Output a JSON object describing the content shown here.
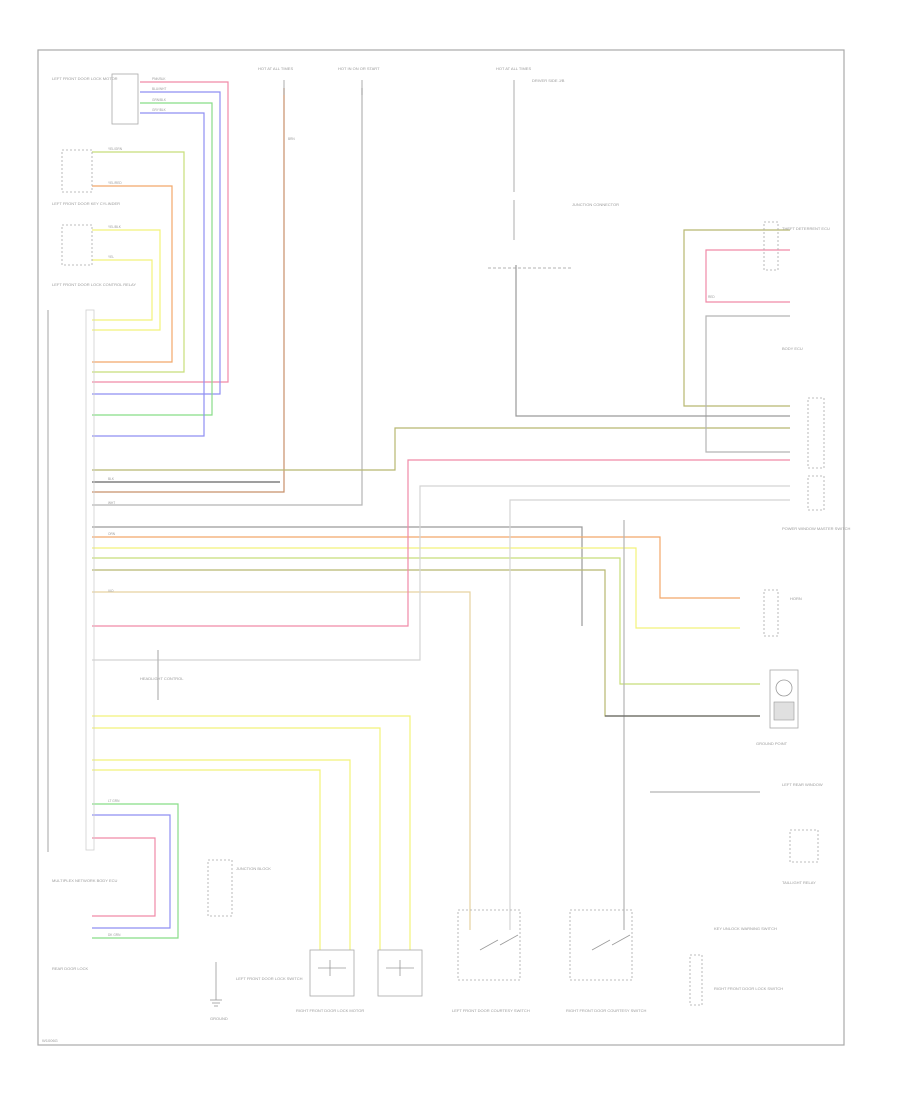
{
  "page": {
    "footer_code": "W1006G"
  },
  "colors": {
    "frame": "#a9a9a9",
    "wire_gray": "#b5b5b5",
    "purple_red": "#f08aa8",
    "blue": "#8f8ff2",
    "green": "#88dd88",
    "yellow": "#f2f27a",
    "orange": "#f2a86a",
    "yellow_green": "#c8de7a",
    "olive": "#b8b870",
    "brown": "#c8906a",
    "dark_gray": "#666666"
  },
  "labels": {
    "door_lock_motor_lf": "LEFT FRONT DOOR LOCK MOTOR",
    "door_key_cyl": "LEFT FRONT DOOR KEY CYLINDER",
    "door_ecu_left": "LEFT FRONT DOOR LOCK CONTROL RELAY",
    "fuse_dome": "HOT AT ALL TIMES",
    "fuse_ign": "HOT IN ON OR START",
    "fuse_power": "HOT AT ALL TIMES",
    "fuse_panel": "DRIVER SIDE J/B",
    "connector_jb": "JUNCTION CONNECTOR",
    "relay_top_right": "THEFT DETERRENT ECU",
    "conn_top_right": "BODY ECU",
    "ecu_mid_right": "POWER WINDOW MASTER SWITCH",
    "horn": "HORN",
    "ground_mid": "GROUND POINT",
    "window_left": "LEFT REAR WINDOW",
    "ecu_main": "MULTIPLEX NETWORK BODY ECU",
    "junction_mid": "HEADLIGHT CONTROL",
    "ecu_right_bottom": "TAILLIGHT RELAY",
    "rear_door_lock_lf": "REAR DOOR LOCK",
    "fuse_block_lower": "JUNCTION BLOCK",
    "ground_point": "GROUND",
    "door_courtesy_lf": "LEFT FRONT DOOR COURTESY SWITCH",
    "door_courtesy_rf": "RIGHT FRONT DOOR COURTESY SWITCH",
    "door_lock_sw_lf": "LEFT FRONT DOOR LOCK SWITCH",
    "door_lock_sw_rf": "RIGHT FRONT DOOR LOCK SWITCH",
    "key_unlock_sw": "KEY UNLOCK WARNING SWITCH",
    "door_lock_motor_rf": "RIGHT FRONT DOOR LOCK MOTOR"
  },
  "wires": {
    "pink": "PNK/BLK",
    "blue": "BLU/WHT",
    "green": "GRN/BLK",
    "gray": "GRY/BLK",
    "yellow_green": "YEL/GRN",
    "yellow_red": "YEL/RED",
    "yellow_blk": "YEL/BLK",
    "yel": "YEL",
    "orange": "ORN",
    "white": "WHT",
    "red": "RED",
    "brown": "BRN",
    "black": "BLK",
    "violet": "VIO",
    "light_green": "LT GRN",
    "dk_green": "DK GRN"
  }
}
